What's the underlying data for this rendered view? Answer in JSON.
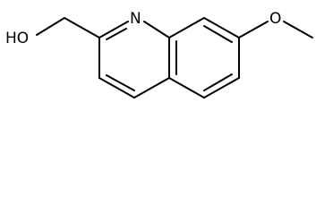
{
  "molecule": {
    "labels": {
      "hydroxyl": "HO",
      "ring_nitrogen": "N",
      "ether_oxygen": "O"
    }
  },
  "colors": {
    "bond": "#000000",
    "text": "#000000",
    "background": "#ffffff"
  }
}
